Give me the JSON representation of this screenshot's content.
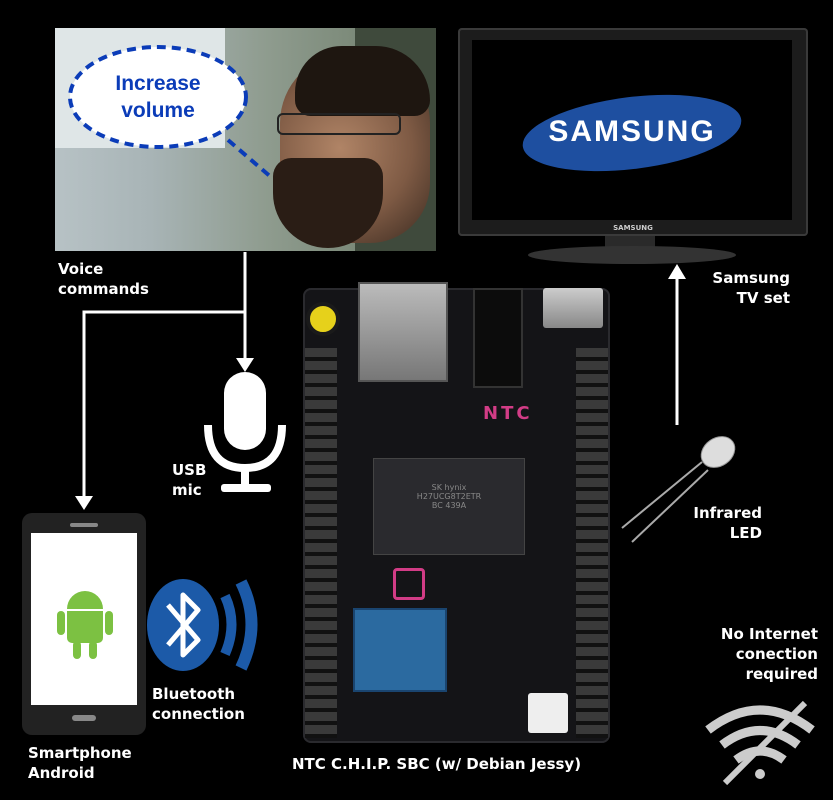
{
  "speech_bubble": {
    "line1": "Increase",
    "line2": "volume"
  },
  "labels": {
    "voice_commands": [
      "Voice",
      "commands"
    ],
    "usb_mic": [
      "USB",
      "mic"
    ],
    "smartphone": [
      "Smartphone",
      "Android"
    ],
    "bluetooth": [
      "Bluetooth",
      "connection"
    ],
    "board": "NTC C.H.I.P. SBC (w/ Debian Jessy)",
    "tv": [
      "Samsung",
      "TV set"
    ],
    "infrared": [
      "Infrared",
      "LED"
    ],
    "no_internet": [
      "No Internet",
      "conection",
      "required"
    ]
  },
  "tv_brand": "SAMSUNG",
  "tv_bezel_brand": "SAMSUNG",
  "board_marks": {
    "logo": "NTC",
    "chip_brand": "SK hynix",
    "chip_code": "H27UCG8T2ETR",
    "chip_code2": "BC    439A"
  },
  "colors": {
    "accent_blue": "#0b3cb8",
    "bt_blue": "#1c5aa8",
    "android_green": "#7cc142",
    "samsung_blue": "#1e4fa0",
    "board_pink": "#d23c86"
  },
  "icons": [
    "microphone-icon",
    "bluetooth-icon",
    "android-icon",
    "no-wifi-icon",
    "infrared-led-icon"
  ]
}
